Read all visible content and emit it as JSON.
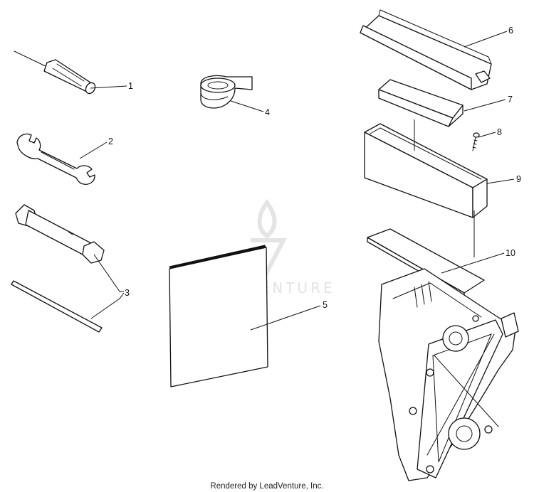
{
  "callouts": {
    "c1": "1",
    "c2": "2",
    "c3": "3",
    "c4": "4",
    "c5": "5",
    "c6": "6",
    "c7": "7",
    "c8": "8",
    "c9": "9",
    "c10": "10"
  },
  "watermark": "LEADVENTURE",
  "footer": "Rendered by LeadVenture, Inc."
}
